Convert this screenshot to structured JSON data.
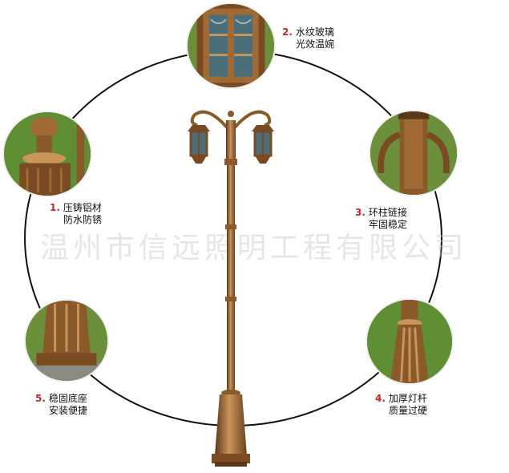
{
  "watermark": "温州市信远照明工程有限公司",
  "features": [
    {
      "number": "2.",
      "line1": "水纹玻璃",
      "line2": "光效温婉"
    },
    {
      "number": "1.",
      "line1": "压铸铝材",
      "line2": "防水防锈"
    },
    {
      "number": "3.",
      "line1": "环柱链接",
      "line2": "牢固稳定"
    },
    {
      "number": "5.",
      "line1": "稳固底座",
      "line2": "安装便捷"
    },
    {
      "number": "4.",
      "line1": "加厚灯杆",
      "line2": "质量过硬"
    }
  ],
  "colors": {
    "bronze": "#8a5a2b",
    "bronze_light": "#c9955a",
    "bronze_dark": "#5a3718",
    "grass": "#5f8f32",
    "accent": "#c4272d"
  }
}
